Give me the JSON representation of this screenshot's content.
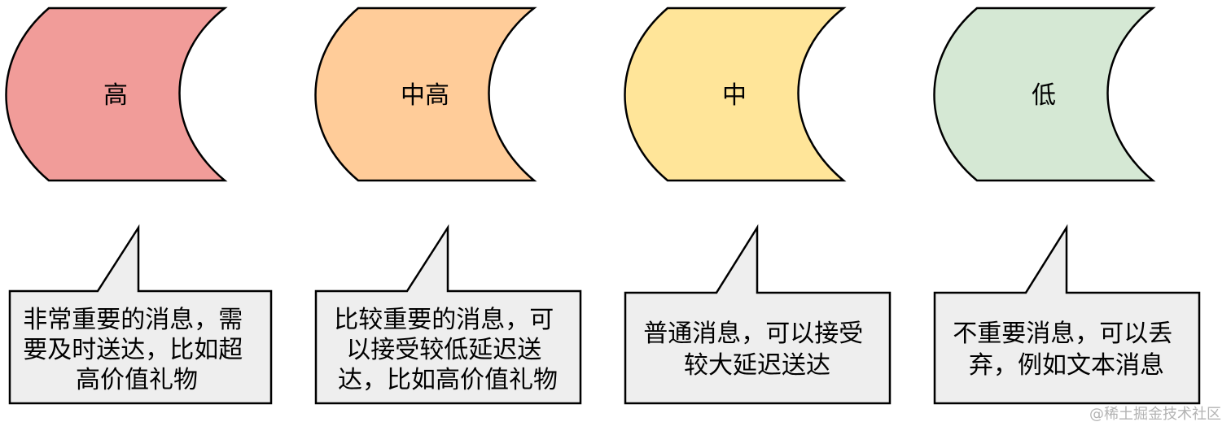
{
  "colors": {
    "high": "#f19c99",
    "mid_high": "#ffcc99",
    "mid": "#ffe599",
    "low": "#d5e8d4",
    "callout_fill": "#eeeeee",
    "stroke": "#000000",
    "watermark": "#b3b3b3"
  },
  "levels": [
    {
      "label": "高",
      "color_key": "high",
      "note_lines": [
        "非常重要的消息，需",
        "要及时送达，比如超",
        "高价值礼物"
      ]
    },
    {
      "label": "中高",
      "color_key": "mid_high",
      "note_lines": [
        "比较重要的消息，可",
        "以接受较低延迟送",
        "达，比如高价值礼物"
      ]
    },
    {
      "label": "中",
      "color_key": "mid",
      "note_lines": [
        "普通消息，可以接受",
        "较大延迟送达"
      ]
    },
    {
      "label": "低",
      "color_key": "low",
      "note_lines": [
        "不重要消息，可以丢",
        "弃，例如文本消息"
      ]
    }
  ],
  "watermark": "@稀土掘金技术社区"
}
